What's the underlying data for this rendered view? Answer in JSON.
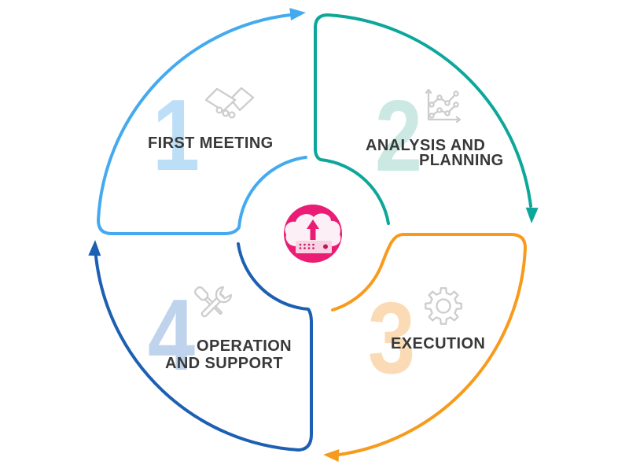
{
  "title": "Four-step cloud service process cycle",
  "text_color": "#383838",
  "icon_gray": "#CDCDCD",
  "center": {
    "icon": "cloud-upload-server-icon",
    "bg_color": "#EA1C74",
    "cloud_color": "#FCEFF6",
    "box_color": "#F8D3E4",
    "dot_color": "#C2155F"
  },
  "steps": [
    {
      "number": "1",
      "label_lines": [
        "FIRST MEETING",
        ""
      ],
      "icon": "handshake-icon",
      "color": "#44AAF0",
      "number_color": "#BCDEF7"
    },
    {
      "number": "2",
      "label_lines": [
        "ANALYSIS AND",
        "PLANNING"
      ],
      "icon": "line-chart-icon",
      "color": "#0CA79A",
      "number_color": "#CBE8E2"
    },
    {
      "number": "3",
      "label_lines": [
        "EXECUTION",
        ""
      ],
      "icon": "gear-icon",
      "color": "#F89B1C",
      "number_color": "#FBDBB5"
    },
    {
      "number": "4",
      "label_lines": [
        "OPERATION",
        "AND SUPPORT"
      ],
      "icon": "tools-icon",
      "color": "#1D5FB2",
      "number_color": "#BFD3EC"
    }
  ]
}
